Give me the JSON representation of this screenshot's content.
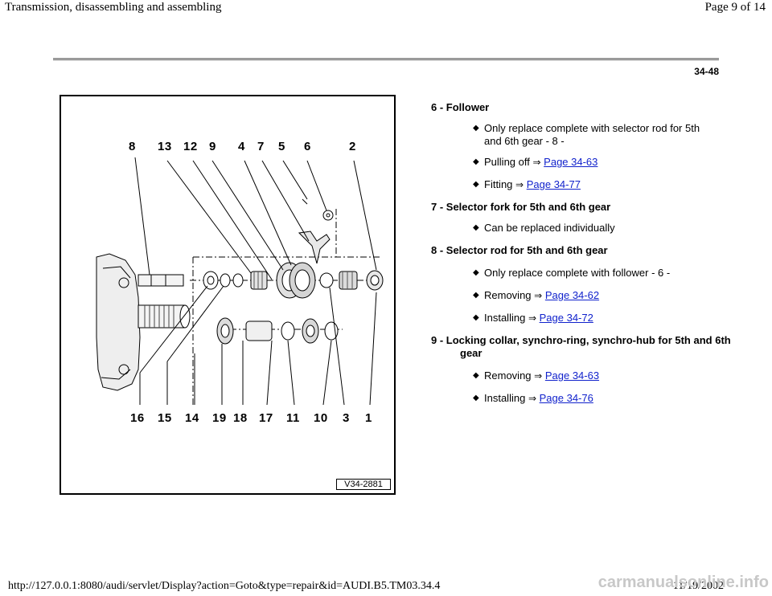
{
  "header": {
    "title": "Transmission, disassembling and assembling",
    "page_indicator": "Page 9 of 14"
  },
  "page_number": "34-48",
  "figure": {
    "code": "V34-2881",
    "top_callouts": [
      "8",
      "13",
      "12",
      "9",
      "4",
      "7",
      "5",
      "6",
      "2"
    ],
    "bottom_callouts": [
      "16",
      "15",
      "14",
      "19",
      "18",
      "17",
      "11",
      "10",
      "3",
      "1"
    ]
  },
  "items": [
    {
      "heading": "6 - Follower",
      "bullets": [
        {
          "text": "Only replace complete with selector rod for 5th and 6th gear - 8 -",
          "link": ""
        },
        {
          "text": "Pulling off",
          "link": "Page 34-63"
        },
        {
          "text": "Fitting",
          "link": "Page 34-77"
        }
      ]
    },
    {
      "heading": "7 - Selector fork for 5th and 6th gear",
      "bullets": [
        {
          "text": "Can be replaced individually",
          "link": ""
        }
      ]
    },
    {
      "heading": "8 - Selector rod for 5th and 6th gear",
      "bullets": [
        {
          "text": "Only replace complete with follower - 6 -",
          "link": ""
        },
        {
          "text": "Removing",
          "link": "Page 34-62"
        },
        {
          "text": "Installing",
          "link": "Page 34-72"
        }
      ]
    },
    {
      "heading": "9 - Locking collar, synchro-ring, synchro-hub for 5th and 6th gear",
      "bullets": [
        {
          "text": "Removing",
          "link": "Page 34-63"
        },
        {
          "text": "Installing",
          "link": "Page 34-76"
        }
      ]
    }
  ],
  "footer": {
    "url": "http://127.0.0.1:8080/audi/servlet/Display?action=Goto&type=repair&id=AUDI.B5.TM03.34.4",
    "date": "11/19/2002",
    "watermark": "carmanualsonline.info"
  }
}
